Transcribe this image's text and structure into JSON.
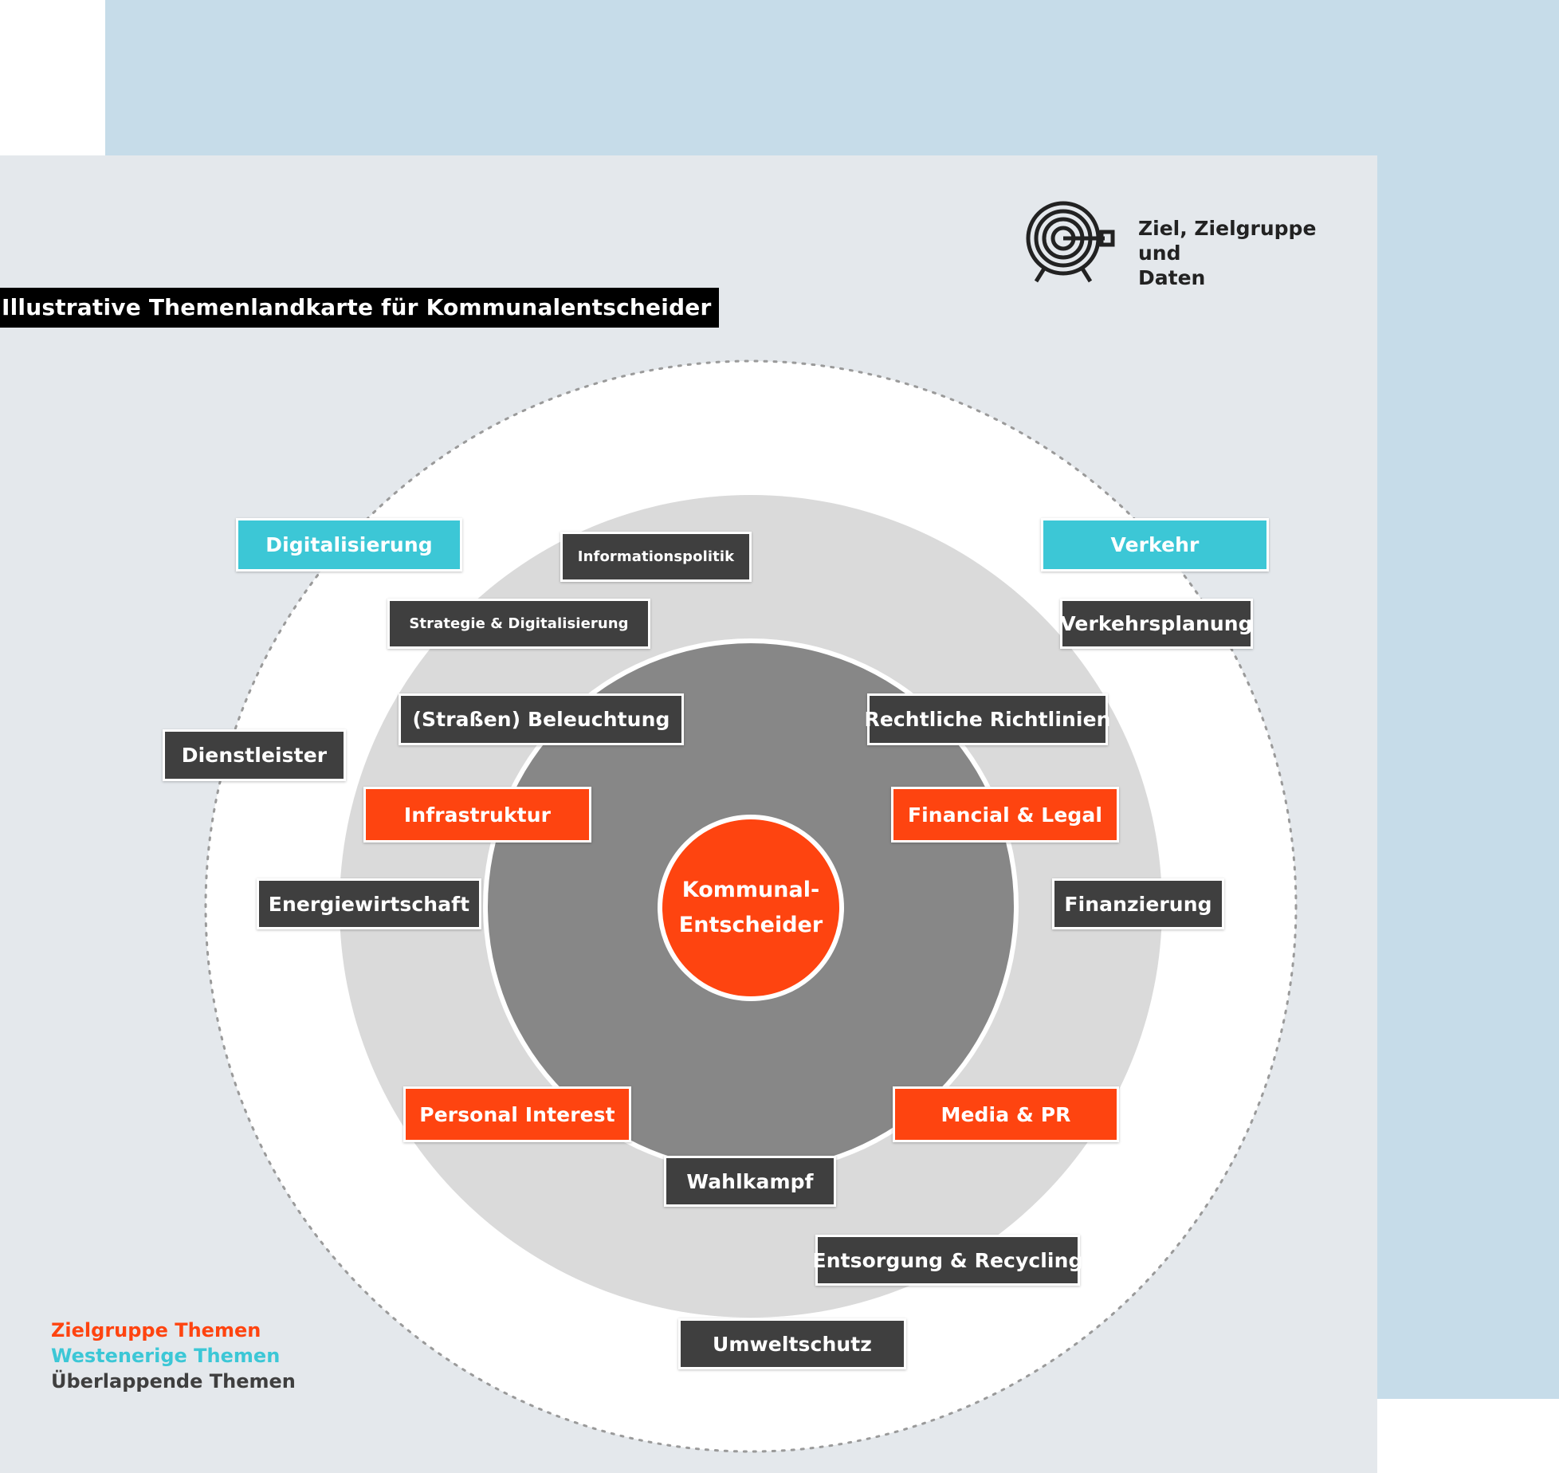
{
  "title": "Illustrative Themenlandkarte für Kommunalentscheider",
  "target": {
    "icon": "target-icon",
    "label_line1": "Ziel, Zielgruppe und",
    "label_line2": "Daten"
  },
  "center": {
    "line1": "Kommunal-",
    "line2": "Entscheider"
  },
  "tags": {
    "digitalisierung": "Digitalisierung",
    "verkehr": "Verkehr",
    "informationspolitik": "Informationspolitik",
    "strategie": "Strategie & Digitalisierung",
    "verkehrsplanung": "Verkehrsplanung",
    "beleuchtung": "(Straßen) Beleuchtung",
    "rechtliche": "Rechtliche Richtlinien",
    "dienstleister": "Dienstleister",
    "infrastruktur": "Infrastruktur",
    "financial": "Financial & Legal",
    "energiewirtschaft": "Energiewirtschaft",
    "finanzierung": "Finanzierung",
    "personal": "Personal Interest",
    "media": "Media & PR",
    "wahlkampf": "Wahlkampf",
    "entsorgung": "Entsorgung & Recycling",
    "umweltschutz": "Umweltschutz"
  },
  "legend": {
    "zielgruppe": "Zielgruppe Themen",
    "westenerige": "Westenerige Themen",
    "ueberlappende": "Überlappende Themen"
  },
  "colors": {
    "zielgruppe": "#fe4410",
    "westenerige": "#3cc7d6",
    "ueberlappende": "#3f3f3f"
  }
}
